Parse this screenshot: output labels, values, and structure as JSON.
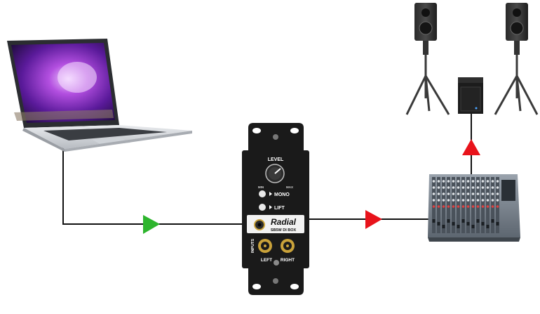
{
  "di_box": {
    "level_label": "LEVEL",
    "min_label": "MIN",
    "max_label": "MAX",
    "mono_label": "MONO",
    "lift_label": "LIFT",
    "brand": "Radial",
    "model": "SB5W DI BOX",
    "inputs_label": "INPUTS",
    "left_label": "LEFT",
    "right_label": "RIGHT"
  },
  "colors": {
    "cable": "#111111",
    "arrow_input": "#2db52d",
    "arrow_output": "#e8131b",
    "plate": "#1a1a1a",
    "brand_panel": "#f2f2f2",
    "jack": "#c9a23a"
  },
  "icons": [
    "laptop-icon",
    "speaker-icon",
    "subwoofer-icon",
    "mixer-icon",
    "di-box-icon",
    "arrow-icon"
  ]
}
